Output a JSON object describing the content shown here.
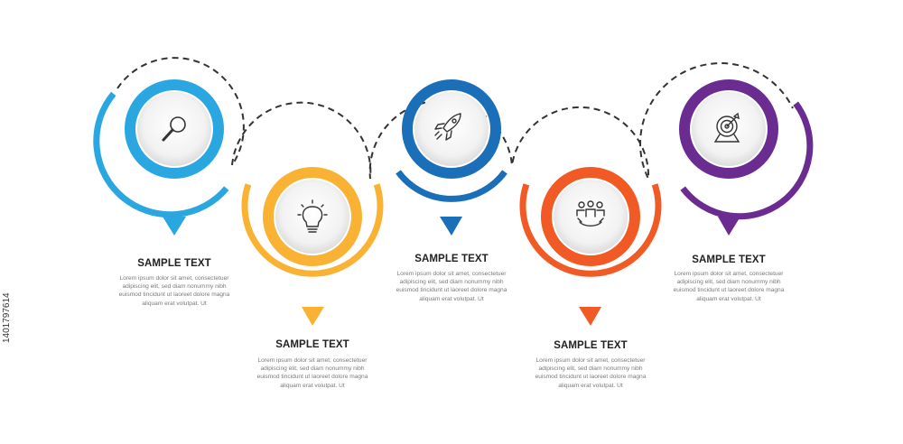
{
  "steps": [
    {
      "title": "SAMPLE TEXT",
      "body": "Lorem ipsum dolor sit amet, consectetuer adipiscing elit, sed diam nonummy nibh euismod tincidunt ut laoreet dolore magna aliquam erat volutpat. Ut",
      "color": "#2aa7e1",
      "icon": "magnifier-icon"
    },
    {
      "title": "SAMPLE TEXT",
      "body": "Lorem ipsum dolor sit amet, consectetuer adipiscing elit, sed diam nonummy nibh euismod tincidunt ut laoreet dolore magna aliquam erat volutpat. Ut",
      "color": "#f9b233",
      "icon": "lightbulb-icon"
    },
    {
      "title": "SAMPLE TEXT",
      "body": "Lorem ipsum dolor sit amet, consectetuer adipiscing elit, sed diam nonummy nibh euismod tincidunt ut laoreet dolore magna aliquam erat volutpat. Ut",
      "color": "#1a6fb8",
      "icon": "rocket-icon"
    },
    {
      "title": "SAMPLE TEXT",
      "body": "Lorem ipsum dolor sit amet, consectetuer adipiscing elit, sed diam nonummy nibh euismod tincidunt ut laoreet dolore magna aliquam erat volutpat. Ut",
      "color": "#f15a24",
      "icon": "team-icon"
    },
    {
      "title": "SAMPLE TEXT",
      "body": "Lorem ipsum dolor sit amet, consectetuer adipiscing elit, sed diam nonummy nibh euismod tincidunt ut laoreet dolore magna aliquam erat volutpat. Ut",
      "color": "#6b2c91",
      "icon": "target-icon"
    }
  ],
  "stock_id": "1401797614"
}
